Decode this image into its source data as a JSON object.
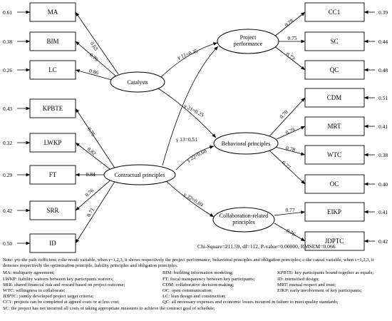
{
  "diagram": {
    "left_indicators": [
      {
        "label": "MA",
        "error": "0.61",
        "loading": "0.63"
      },
      {
        "label": "BIM",
        "error": "0.38",
        "loading": "0.79"
      },
      {
        "label": "LC",
        "error": "0.26",
        "loading": "0.86"
      },
      {
        "label": "KPBTE",
        "error": "0.43",
        "loading": "0.75"
      },
      {
        "label": "LWKP",
        "error": "0.32",
        "loading": "0.82"
      },
      {
        "label": "FT",
        "error": "0.29",
        "loading": "0.84"
      },
      {
        "label": "SRR",
        "error": "0.42",
        "loading": "0.76"
      },
      {
        "label": "ID",
        "error": "0.50",
        "loading": "0.71"
      }
    ],
    "left_factors": [
      {
        "label": "Catalysts"
      },
      {
        "label": "Contractual principles"
      }
    ],
    "right_factors": [
      {
        "label_lines": [
          "Project",
          "performance"
        ]
      },
      {
        "label_lines": [
          "Behavioral principles"
        ]
      },
      {
        "label_lines": [
          "Collaboration-related",
          "principles"
        ]
      }
    ],
    "right_indicators": [
      {
        "label": "CC1",
        "error": "0.39",
        "loading": "0.78"
      },
      {
        "label": "SC",
        "error": "0.44",
        "loading": "0.75"
      },
      {
        "label": "QC",
        "error": "0.48",
        "loading": "0.72"
      },
      {
        "label": "CDM",
        "error": "0.51",
        "loading": "0.70"
      },
      {
        "label": "MRT",
        "error": "0.41",
        "loading": "0.79"
      },
      {
        "label": "WTC",
        "error": "0.38",
        "loading": "0.78"
      },
      {
        "label": "OC",
        "error": "0.40",
        "loading": "0.77"
      },
      {
        "label": "EIKP",
        "error": "0.41",
        "loading": "0.77"
      },
      {
        "label": "JDPTC",
        "error": "0.42",
        "loading": "0.76"
      }
    ],
    "paths": [
      {
        "label": "γ 11=0.35"
      },
      {
        "label": "γ 21=0.25"
      },
      {
        "label": "γ 13=0.51"
      },
      {
        "label": "γ 22=0.68"
      },
      {
        "label": "γ 32=0.89"
      }
    ],
    "fit": "Chi-Square=211.59, df=112, P-value=0.00000, RMSEM=0.066"
  },
  "notes": {
    "intro": "Note: γrc-the path cofficient; r-the result variable, when r=1,2,3, it shows respectively the project performance, behavioral principles and obligation principles; c-the causal variable, when c=1,2,3, it demotes respectively the optimization principle, liability principles and obligation principles.",
    "rows": [
      [
        "MA: multiparty agreement;",
        "BIM: building information modeling;",
        "KPBTE: key participants bound together as equals;"
      ],
      [
        "LWKP: liability waivers between key participants waivers;",
        "FT: fiscal transparency between key participants;",
        "ID: intensified design;"
      ],
      [
        "SRR: shared financial risk and reward based on project outcome;",
        "CDM: collaborative decision-making;",
        "MRT: mutual respect and trust;"
      ],
      [
        "WTC: willingness to collaborate;",
        "OC: open communication;",
        "EIKP: early involvement of key participants;"
      ],
      [
        "JDPTC: jointly developed project target criteria;",
        "LC: lean design and construction;",
        ""
      ]
    ],
    "cc1": "CC1: projects can be completed at agreed costs or at less cost;",
    "qc": "QC: all necessary expenses and economic losses incurred in failure to meet quality standards;",
    "sc": "SC: the project has not incurred all costs of taking appropriate measures to achieve the contract goal of schedule;"
  }
}
